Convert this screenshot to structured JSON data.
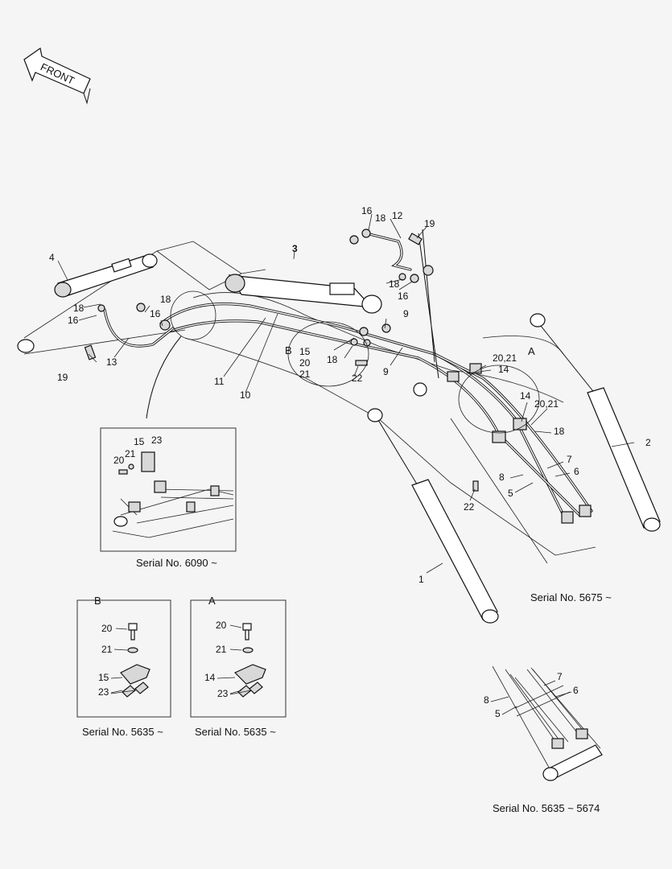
{
  "direction_arrow": {
    "label": "FRONT",
    "icon": "front-arrow-icon"
  },
  "section_titles": {
    "detail_b": "B",
    "detail_a": "A",
    "callout_b": "B",
    "callout_a": "A"
  },
  "part_numbers": {
    "p1": "1",
    "p2": "2",
    "p3": "3",
    "p4": "4",
    "p5": "5",
    "p6": "6",
    "p7": "7",
    "p8": "8",
    "p9a": "9",
    "p9b": "9",
    "p10": "10",
    "p11": "11",
    "p12": "12",
    "p13": "13",
    "p14a": "14",
    "p14b": "14",
    "p15": "15",
    "p16a": "16",
    "p16b": "16",
    "p16c": "16",
    "p18a": "18",
    "p18b": "18",
    "p18c": "18",
    "p18d": "18",
    "p18e": "18",
    "p19a": "19",
    "p19b": "19",
    "p20": "20",
    "p21": "21",
    "p20_21a": "20,21",
    "p20_21b": "20,21",
    "p22a": "22",
    "p22b": "22"
  },
  "inset_6090": {
    "p15": "15",
    "p23": "23",
    "p20": "20",
    "p21": "21",
    "caption": "Serial No. 6090 ~"
  },
  "detail_b": {
    "p20": "20",
    "p21": "21",
    "p15": "15",
    "p23": "23",
    "caption": "Serial No. 5635 ~"
  },
  "detail_a": {
    "p20": "20",
    "p21": "21",
    "p14": "14",
    "p23": "23",
    "caption": "Serial No. 5635 ~"
  },
  "main_caption": "Serial No. 5675 ~",
  "inset_5635_5674": {
    "p7": "7",
    "p6": "6",
    "p8": "8",
    "p5": "5",
    "caption": "Serial No. 5635 ~ 5674"
  }
}
